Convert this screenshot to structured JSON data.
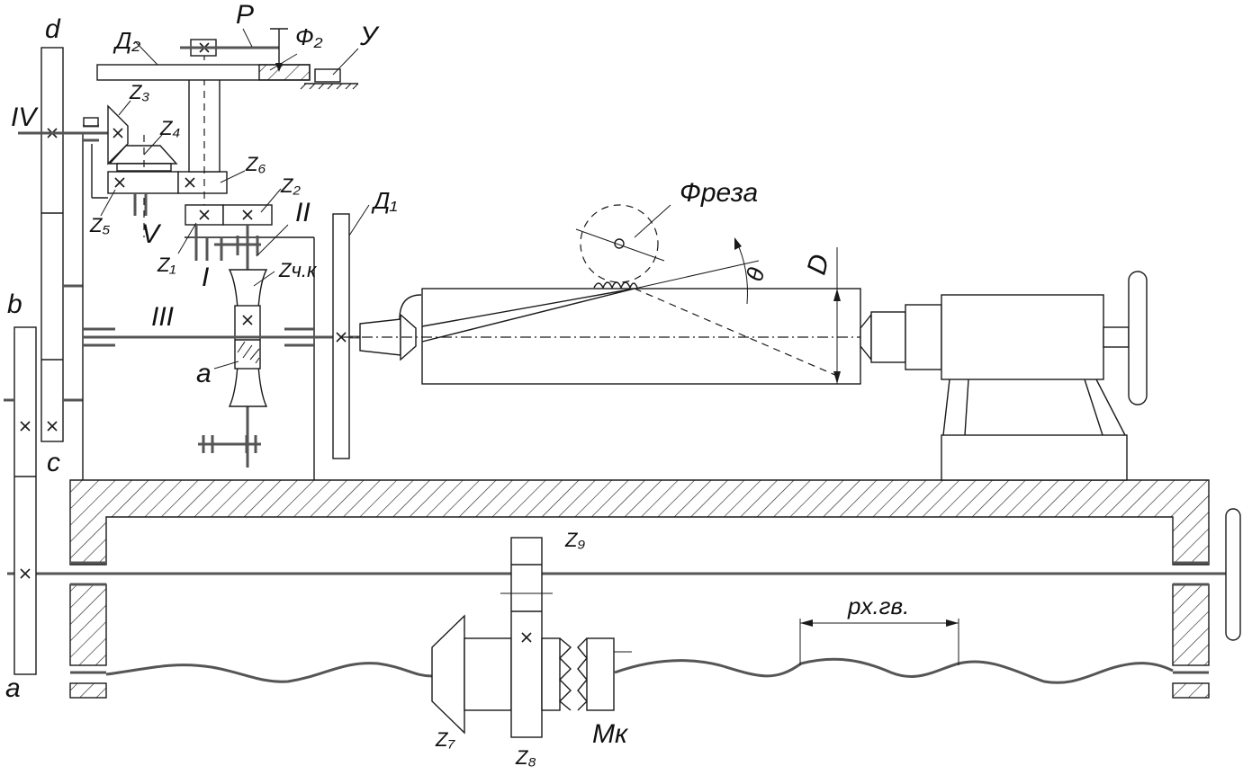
{
  "labels": {
    "d": "d",
    "b": "b",
    "c": "c",
    "a_left": "a",
    "IV": "IV",
    "III": "III",
    "II": "II",
    "I": "I",
    "V": "V",
    "D2": "Д₂",
    "P": "P",
    "F2": "Ф₂",
    "U": "У",
    "Z3": "Z₃",
    "Z4": "Z₄",
    "Z6": "Z₆",
    "Z5": "Z₅",
    "Z2": "Z₂",
    "Z1": "Z₁",
    "Zchk": "Zч.к",
    "a_worm": "a",
    "D1": "Д₁",
    "freza": "Фреза",
    "D": "D",
    "theta": "θ",
    "Z9": "Z₉",
    "pxgv": "pх.гв.",
    "Z7": "Z₇",
    "Z8": "Z₈",
    "Mk": "Mк"
  }
}
